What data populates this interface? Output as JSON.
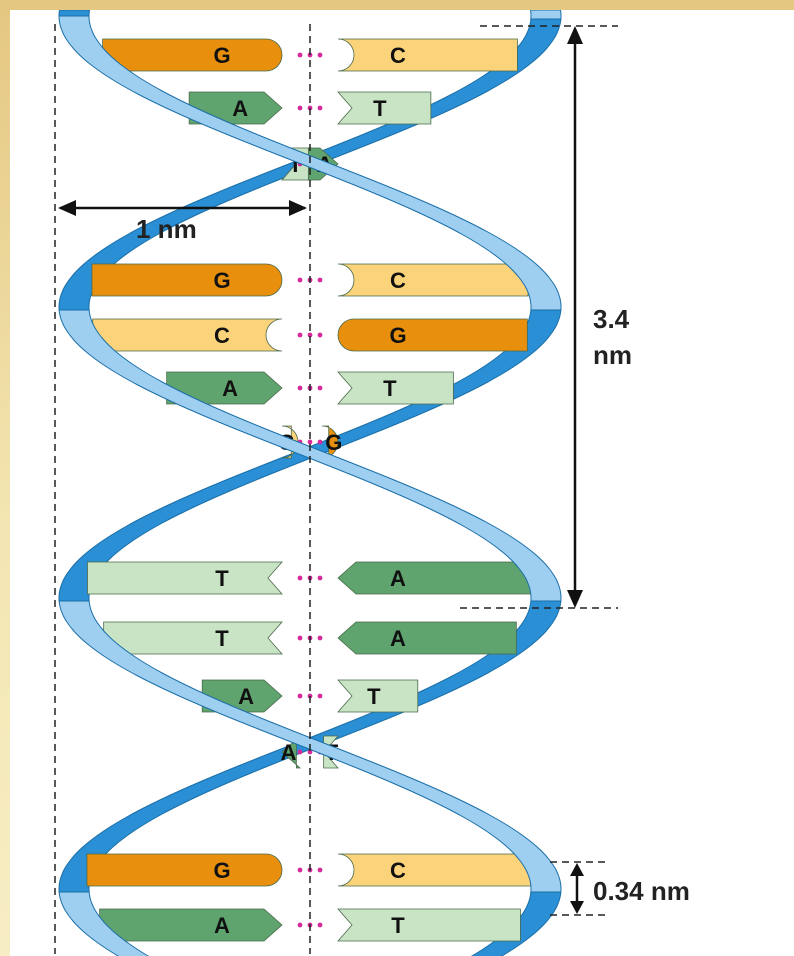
{
  "labels": {
    "width": "1 nm",
    "pitch_line1": "3.4",
    "pitch_line2": "nm",
    "rise": "0.34 nm"
  },
  "base_pairs": [
    {
      "left": "G",
      "right": "C"
    },
    {
      "left": "A",
      "right": "T"
    },
    {
      "left": "T",
      "right": "A"
    },
    {
      "left": "G",
      "right": "C"
    },
    {
      "left": "C",
      "right": "G"
    },
    {
      "left": "A",
      "right": "T"
    },
    {
      "left": "C",
      "right": "G"
    },
    {
      "left": "T",
      "right": "A"
    },
    {
      "left": "T",
      "right": "A"
    },
    {
      "left": "A",
      "right": "T"
    },
    {
      "left": "A",
      "right": "T"
    },
    {
      "left": "G",
      "right": "C"
    },
    {
      "left": "A",
      "right": "T"
    }
  ],
  "colors": {
    "G": "#e8900e",
    "C": "#fbd37a",
    "A": "#5fa36e",
    "T": "#c9e4c5",
    "backbone_light": "#9fcff0",
    "backbone_dark": "#2a8fd4",
    "hydrogen_bond": "#d62a9b",
    "background": "#f2e2a8"
  }
}
